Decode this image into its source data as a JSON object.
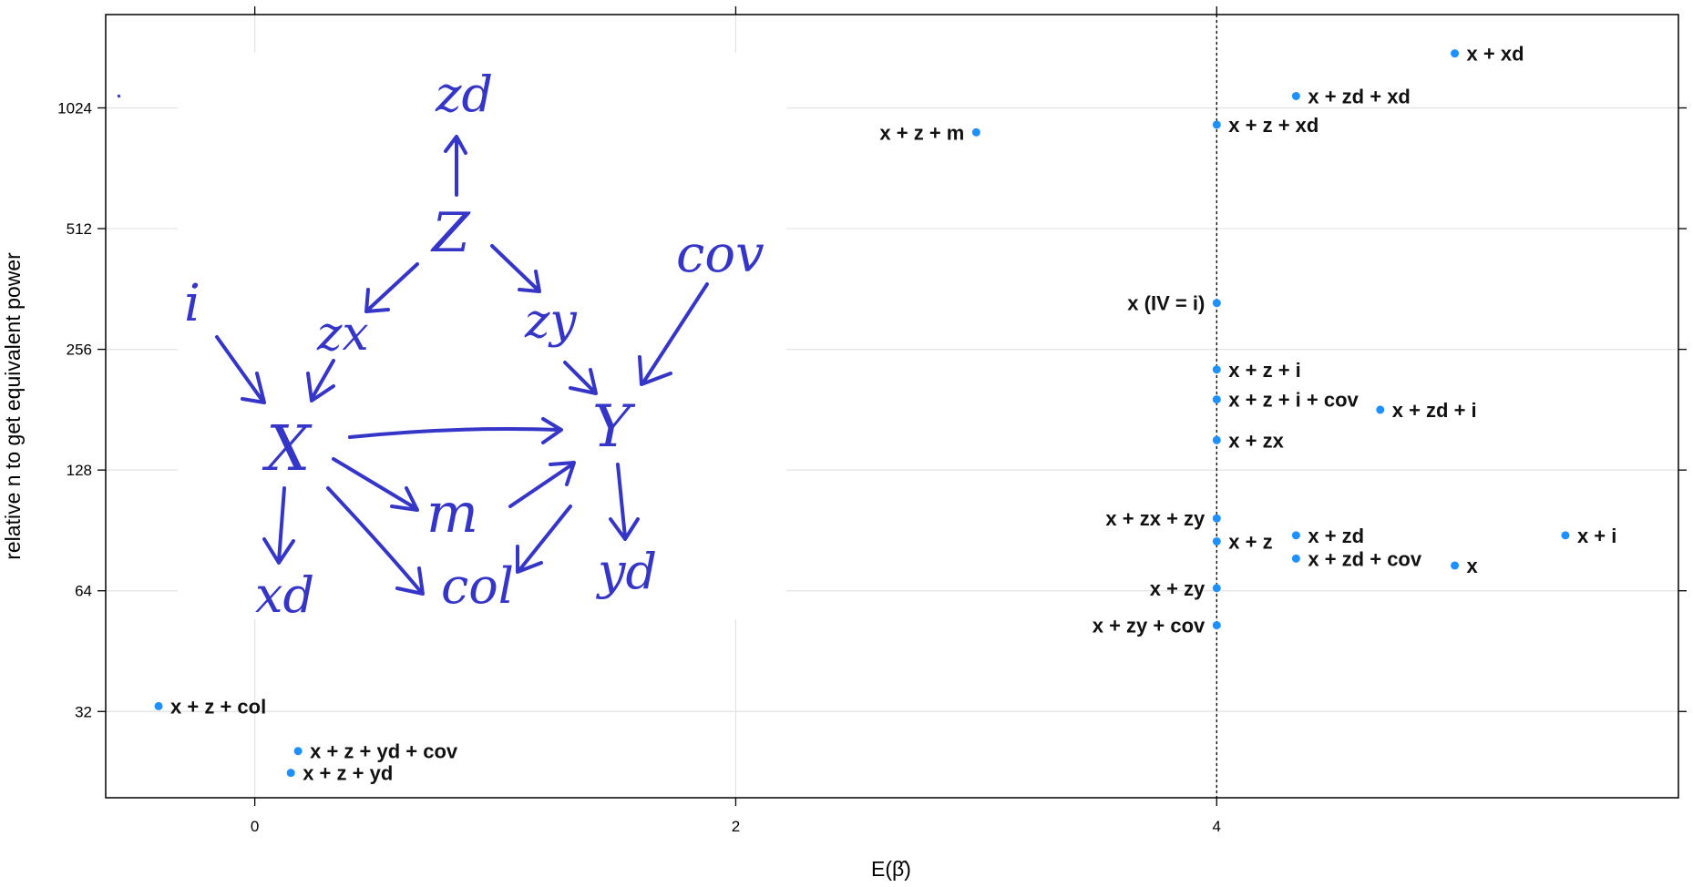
{
  "chart_data": {
    "type": "scatter",
    "xlabel": "E(β̂)",
    "ylabel": "relative n to get equivalent power",
    "xlim": [
      -0.62,
      5.92
    ],
    "ylim": [
      19.5,
      1750
    ],
    "y_scale": "log2",
    "x_ticks": [
      0,
      2,
      4
    ],
    "x_tick_labels": [
      "0",
      "2",
      "4"
    ],
    "y_ticks": [
      32,
      64,
      128,
      256,
      512,
      1024
    ],
    "y_tick_labels": [
      "32",
      "64",
      "128",
      "256",
      "512",
      "1024"
    ],
    "grid": true,
    "reference_line": {
      "x": 4,
      "style": "dotted"
    },
    "point_color": "#1e90ff",
    "points": [
      {
        "label": "x + xd",
        "x": 4.99,
        "y": 1400,
        "label_side": "right"
      },
      {
        "label": "x + zd + xd",
        "x": 4.33,
        "y": 1096,
        "label_side": "right"
      },
      {
        "label": "x + z + xd",
        "x": 4.0,
        "y": 930,
        "label_side": "right"
      },
      {
        "label": "x + z + m",
        "x": 3.0,
        "y": 890,
        "label_side": "left"
      },
      {
        "label": "x (IV = i)",
        "x": 4.0,
        "y": 334,
        "label_side": "left"
      },
      {
        "label": "x + z + i",
        "x": 4.0,
        "y": 228,
        "label_side": "right"
      },
      {
        "label": "x + z + i + cov",
        "x": 4.0,
        "y": 192,
        "label_side": "right"
      },
      {
        "label": "x + zd + i",
        "x": 4.68,
        "y": 181,
        "label_side": "right"
      },
      {
        "label": "x + zx",
        "x": 4.0,
        "y": 152,
        "label_side": "right"
      },
      {
        "label": "x + zx + zy",
        "x": 4.0,
        "y": 97,
        "label_side": "left"
      },
      {
        "label": "x + z",
        "x": 4.0,
        "y": 85,
        "label_side": "right"
      },
      {
        "label": "x + zd",
        "x": 4.33,
        "y": 88,
        "label_side": "right"
      },
      {
        "label": "x + zd + cov",
        "x": 4.33,
        "y": 77,
        "label_side": "right"
      },
      {
        "label": "x",
        "x": 4.99,
        "y": 74,
        "label_side": "right"
      },
      {
        "label": "x + i",
        "x": 5.45,
        "y": 88,
        "label_side": "right"
      },
      {
        "label": "x + zy",
        "x": 4.0,
        "y": 65,
        "label_side": "left"
      },
      {
        "label": "x + zy + cov",
        "x": 4.0,
        "y": 52.5,
        "label_side": "left"
      },
      {
        "label": "x + z + col",
        "x": -0.4,
        "y": 33,
        "label_side": "right"
      },
      {
        "label": "x + z + yd + cov",
        "x": 0.18,
        "y": 25.5,
        "label_side": "right"
      },
      {
        "label": "x + z + yd",
        "x": 0.15,
        "y": 22.5,
        "label_side": "right"
      }
    ]
  },
  "dag": {
    "ink_color": "#3535c8",
    "nodes": {
      "zd": "zd",
      "z": "Z",
      "i": "i",
      "cov": "cov",
      "zx": "zx",
      "zy": "zy",
      "x": "X",
      "y": "Y",
      "m": "m",
      "xd": "xd",
      "col": "col",
      "yd": "yd"
    }
  }
}
